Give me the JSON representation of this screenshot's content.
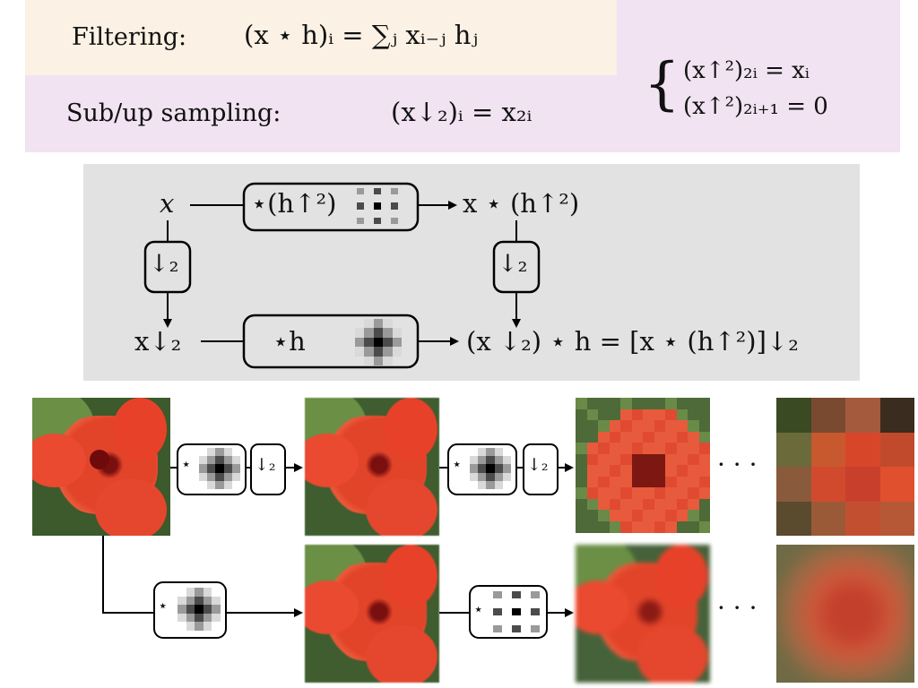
{
  "definitions": {
    "filtering_label": "Filtering:",
    "filtering_formula": "(x ⋆ h)ᵢ = ∑ⱼ xᵢ₋ⱼ hⱼ",
    "sampling_label": "Sub/up sampling:",
    "downsample_formula": "(x↓₂)ᵢ = x₂ᵢ",
    "upsample_formula_even": "(x↑²)₂ᵢ = xᵢ",
    "upsample_formula_odd": "(x↑²)₂ᵢ₊₁ = 0"
  },
  "commutation_diagram": {
    "input": "x",
    "top_filter": "⋆(h↑²)",
    "top_output": "x ⋆ (h↑²)",
    "left_down": "↓₂",
    "right_down": "↓₂",
    "bottom_input": "x↓₂",
    "bottom_filter": "⋆h",
    "bottom_output": "(x ↓₂) ⋆ h = [x ⋆ (h↑²)]↓₂"
  },
  "pipeline": {
    "top_row": {
      "stage_1_filter": "⋆",
      "stage_1_down": "↓₂",
      "stage_2_filter": "⋆",
      "stage_2_down": "↓₂",
      "ellipsis": "· · ·"
    },
    "bottom_row": {
      "stage_1_filter": "⋆",
      "stage_2_filter": "⋆",
      "ellipsis": "· · ·"
    }
  },
  "colors": {
    "filtering_bg": "#fbf1e4",
    "sampling_bg": "#f1e3f1",
    "diagram_bg": "#e2e2e2",
    "flower_red": "#e8412a",
    "leaf_green": "#4f7a3a"
  }
}
